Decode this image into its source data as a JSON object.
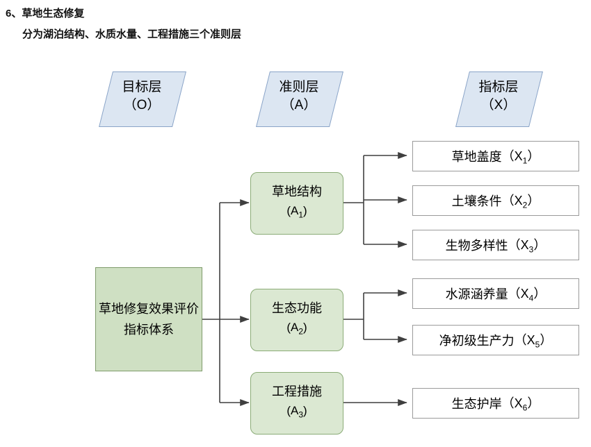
{
  "heading": {
    "line1": "6、草地生态修复",
    "line2": "分为湖泊结构、水质水量、工程措施三个准则层"
  },
  "layer_headers": [
    {
      "label": "目标层\n（O）",
      "line1": "目标层",
      "line2": "（O）"
    },
    {
      "label": "准则层\n（A）",
      "line1": "准则层",
      "line2": "（A）"
    },
    {
      "label": "指标层\n（X）",
      "line1": "指标层",
      "line2": "（X）"
    }
  ],
  "goal": {
    "text": "草地修复效果评价指标体系"
  },
  "criteria": [
    {
      "name": "草地结构",
      "code": "(A1)",
      "code_base": "(A",
      "code_sub": "1",
      "code_tail": ")"
    },
    {
      "name": "生态功能",
      "code": "(A2)",
      "code_base": "(A",
      "code_sub": "2",
      "code_tail": ")"
    },
    {
      "name": "工程措施",
      "code": "(A3)",
      "code_base": "(A",
      "code_sub": "3",
      "code_tail": ")"
    }
  ],
  "indicators": [
    {
      "name": "草地盖度",
      "code_open": "（X",
      "code_sub": "1",
      "code_close": "）"
    },
    {
      "name": "土壤条件",
      "code_open": "（X",
      "code_sub": "2",
      "code_close": "）"
    },
    {
      "name": "生物多样性",
      "code_open": "（X",
      "code_sub": "3",
      "code_close": "）"
    },
    {
      "name": "水源涵养量",
      "code_open": "（X",
      "code_sub": "4",
      "code_close": "）"
    },
    {
      "name": "净初级生产力",
      "code_open": "（X",
      "code_sub": "5",
      "code_close": "）"
    },
    {
      "name": "生态护岸",
      "code_open": "（X",
      "code_sub": "6",
      "code_close": "）"
    }
  ],
  "colors": {
    "header_fill": "#dce6f2",
    "header_border": "#8aa4c8",
    "goal_fill": "#cfe0c3",
    "goal_border": "#7e9b6a",
    "criterion_fill": "#dbe8d2",
    "criterion_border": "#8aab76",
    "indicator_fill": "#ffffff",
    "indicator_border": "#9a9a9a",
    "connector": "#3f3f3f"
  }
}
